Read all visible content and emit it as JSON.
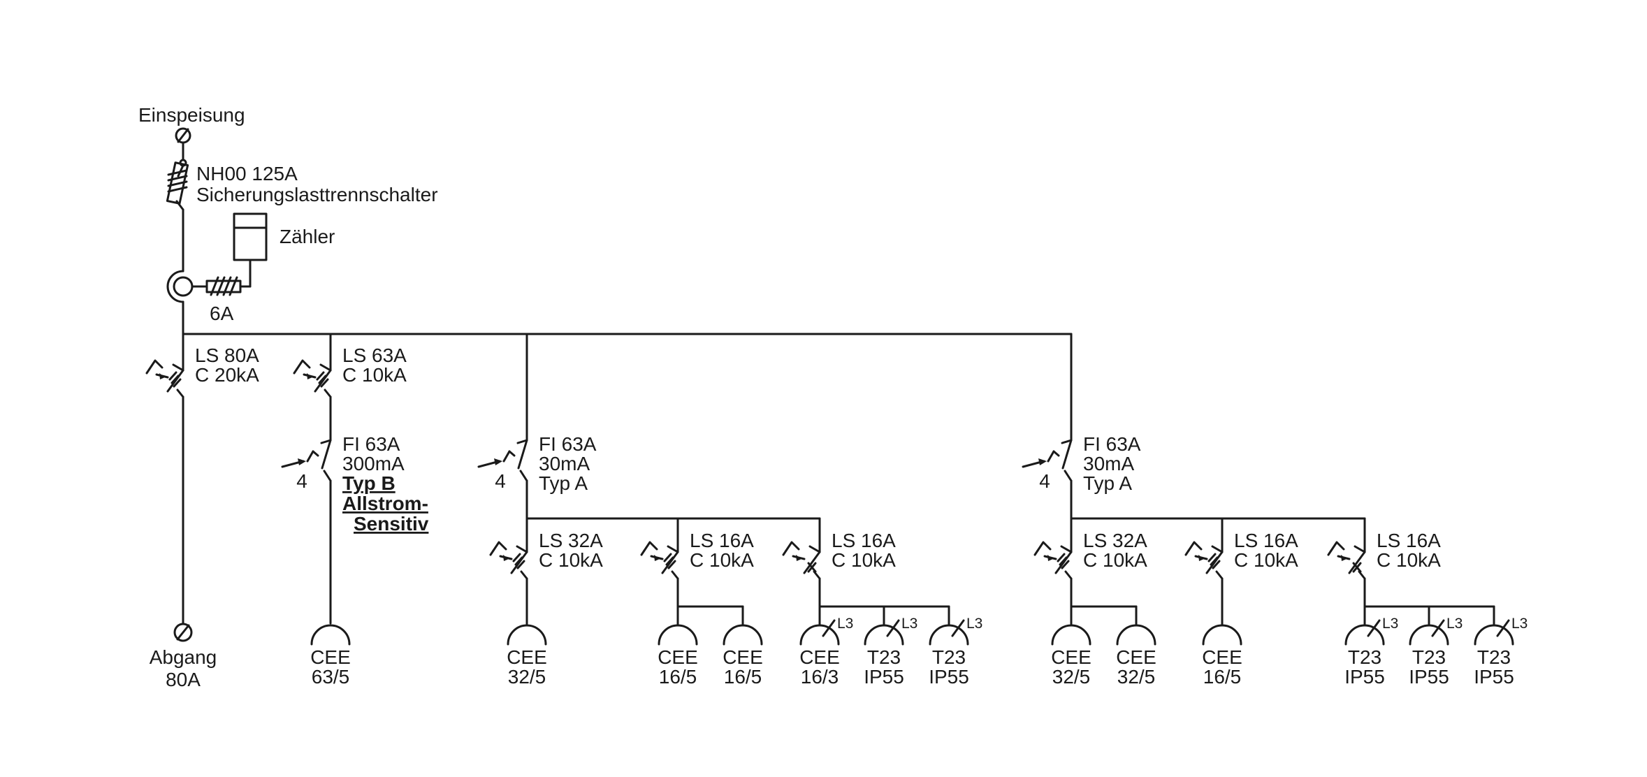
{
  "feed": {
    "label": "Einspeisung",
    "fuse_line1": "NH00 125A",
    "fuse_line2": "Sicherungslasttrennschalter",
    "meter_label": "Zähler",
    "meter_fuse": "6A"
  },
  "branch1": {
    "breaker_line1": "LS 80A",
    "breaker_line2": "C 20kA",
    "outlet_line1": "Abgang",
    "outlet_line2": "80A"
  },
  "branch2": {
    "breaker_line1": "LS 63A",
    "breaker_line2": "C 10kA",
    "rcd_line1": "FI 63A",
    "rcd_line2": "300mA",
    "rcd_line3": "Typ B",
    "rcd_line4": "Allstrom-",
    "rcd_line5": "Sensitiv",
    "rcd_poles": "4",
    "socket_line1": "CEE",
    "socket_line2": "63/5"
  },
  "group1": {
    "rcd_line1": "FI 63A",
    "rcd_line2": "30mA",
    "rcd_line3": "Typ A",
    "rcd_poles": "4",
    "breakers": [
      {
        "line1": "LS 32A",
        "line2": "C 10kA"
      },
      {
        "line1": "LS 16A",
        "line2": "C 10kA"
      },
      {
        "line1": "LS 16A",
        "line2": "C 10kA"
      }
    ],
    "sockets": [
      {
        "line1": "CEE",
        "line2": "32/5"
      },
      {
        "line1": "CEE",
        "line2": "16/5"
      },
      {
        "line1": "CEE",
        "line2": "16/5"
      },
      {
        "line1": "CEE",
        "line2": "16/3",
        "phase": "L3"
      },
      {
        "line1": "T23",
        "line2": "IP55",
        "phase": "L3"
      },
      {
        "line1": "T23",
        "line2": "IP55",
        "phase": "L3"
      }
    ]
  },
  "group2": {
    "rcd_line1": "FI 63A",
    "rcd_line2": "30mA",
    "rcd_line3": "Typ A",
    "rcd_poles": "4",
    "breakers": [
      {
        "line1": "LS 32A",
        "line2": "C 10kA"
      },
      {
        "line1": "LS 16A",
        "line2": "C 10kA"
      },
      {
        "line1": "LS 16A",
        "line2": "C 10kA"
      }
    ],
    "sockets": [
      {
        "line1": "CEE",
        "line2": "32/5"
      },
      {
        "line1": "CEE",
        "line2": "32/5"
      },
      {
        "line1": "CEE",
        "line2": "16/5"
      },
      {
        "line1": "T23",
        "line2": "IP55",
        "phase": "L3"
      },
      {
        "line1": "T23",
        "line2": "IP55",
        "phase": "L3"
      },
      {
        "line1": "T23",
        "line2": "IP55",
        "phase": "L3"
      }
    ]
  }
}
